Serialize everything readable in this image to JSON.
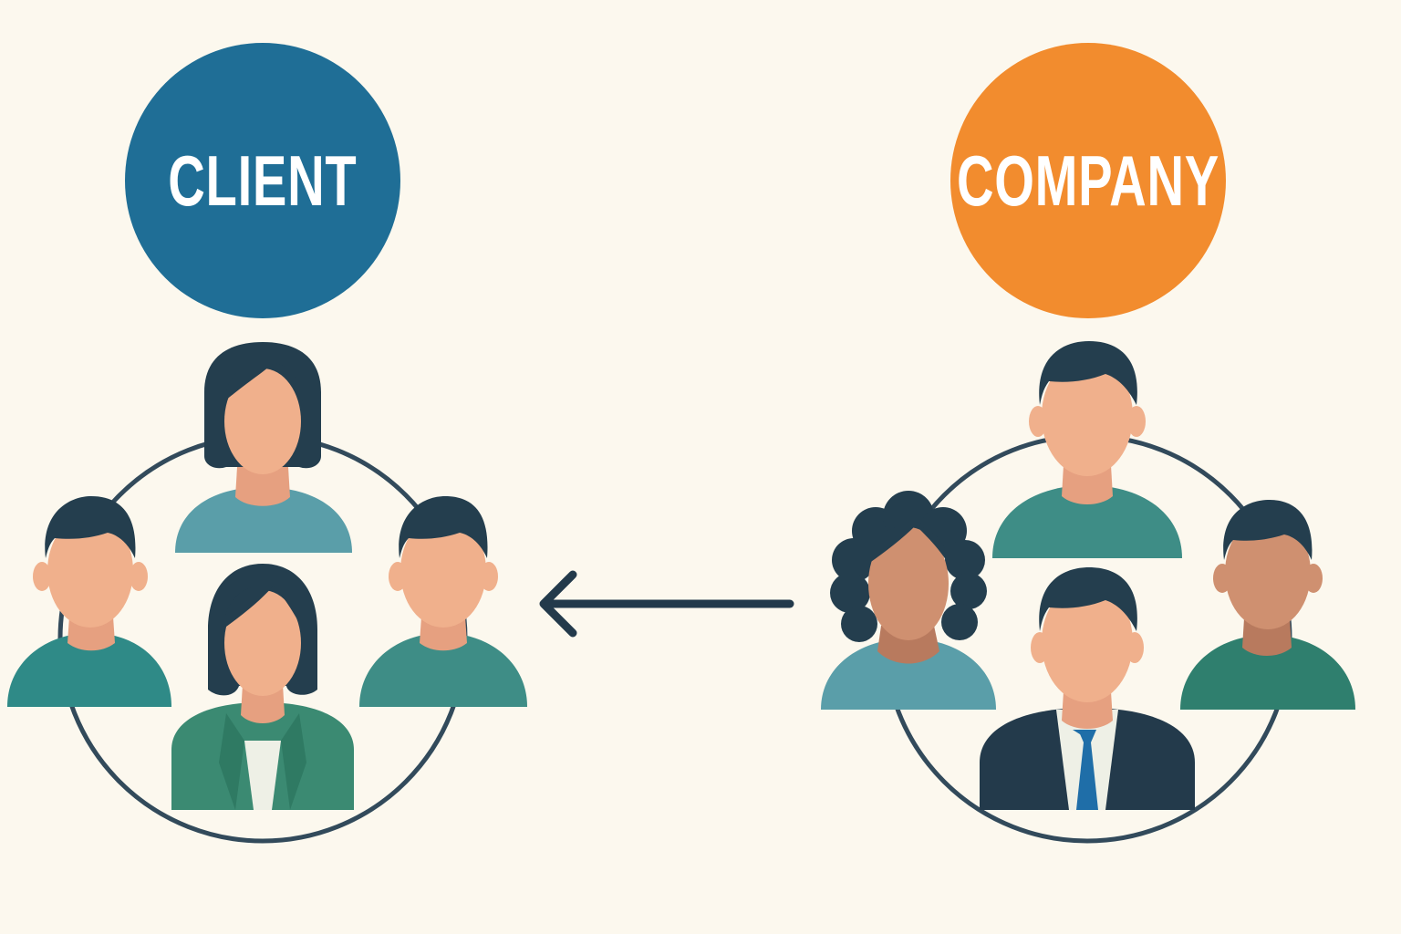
{
  "client": {
    "label": "CLIENT",
    "color": "#1f6e96"
  },
  "company": {
    "label": "COMPANY",
    "color": "#f28c2e"
  },
  "colors": {
    "background": "#fcf8ee",
    "outline": "#324a5b",
    "hair": "#243e4e",
    "skin": "#f0b08c",
    "skin_dark": "#cf9070",
    "teal": "#2f8a87",
    "teal_light": "#5a9ea9",
    "green_jacket": "#3b8a72",
    "navy_suit": "#233a4b",
    "tie": "#1f6ea8"
  },
  "arrow": {
    "direction": "company-to-client",
    "icon": "arrow-left-icon"
  },
  "people": {
    "client_group": [
      "woman-short-hair",
      "man",
      "man",
      "woman-business-jacket"
    ],
    "company_group": [
      "man",
      "woman-curly-hair",
      "man",
      "man-business-suit"
    ]
  }
}
